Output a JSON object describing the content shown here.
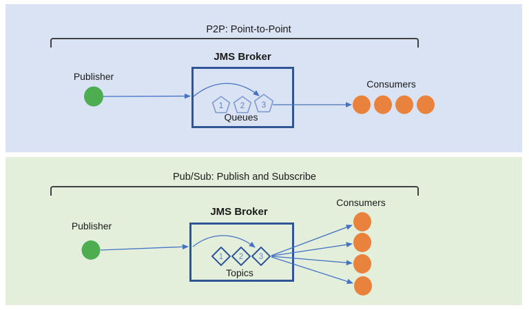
{
  "colors": {
    "panel_p2p_bg": "#dae3f3",
    "panel_pubsub_bg": "#e3efdb",
    "broker_border": "#2f5496",
    "arrow_blue": "#4472c4",
    "pentagon_blue": "#7e99d0",
    "pentagon_number_blue": "#5d7ec5",
    "diamond_border": "#2f5496",
    "diamond_number_blue": "#6288cf",
    "publisher_green": "#4cae51",
    "consumer_orange": "#e8823c",
    "bracket_gray": "#3f3f3f",
    "text_dark": "#1a1a1a"
  },
  "panels": [
    {
      "title": "P2P: Point-to-Point",
      "broker": {
        "title": "JMS Broker",
        "channel_type_label": "Queues",
        "channel_shape": "pentagon",
        "channel_numbers": [
          "1",
          "2",
          "3"
        ]
      },
      "publisher": {
        "label": "Publisher"
      },
      "consumers": {
        "label": "Consumers",
        "count": 4
      }
    },
    {
      "title": "Pub/Sub: Publish and Subscribe",
      "broker": {
        "title": "JMS Broker",
        "channel_type_label": "Topics",
        "channel_shape": "diamond",
        "channel_numbers": [
          "1",
          "2",
          "3"
        ]
      },
      "publisher": {
        "label": "Publisher"
      },
      "consumers": {
        "label": "Consumers",
        "count": 4
      }
    }
  ]
}
